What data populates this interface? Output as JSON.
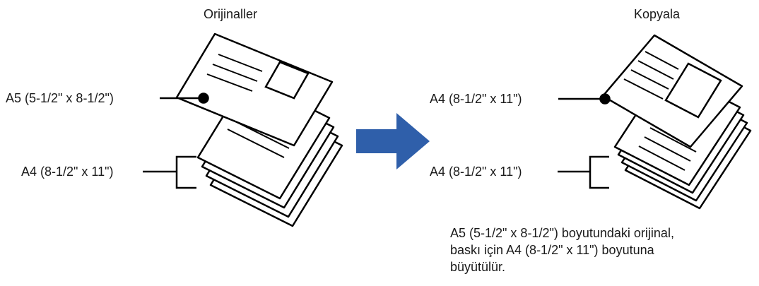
{
  "left": {
    "title": "Orijinaller",
    "label_top": "A5 (5-1/2\" x 8-1/2\")",
    "label_bottom": "A4 (8-1/2\" x 11\")"
  },
  "right": {
    "title": "Kopyala",
    "label_top": "A4 (8-1/2\" x 11\")",
    "label_bottom": "A4 (8-1/2\" x 11\")"
  },
  "caption": {
    "line1": "A5 (5-1/2\" x 8-1/2\") boyutundaki orijinal,",
    "line2": "baskı için A4 (8-1/2\" x 11\") boyutuna",
    "line3": "büyütülür."
  },
  "colors": {
    "arrow": "#2f5faa",
    "line": "#000000"
  },
  "icons": {
    "arrow": "right-arrow-icon"
  }
}
